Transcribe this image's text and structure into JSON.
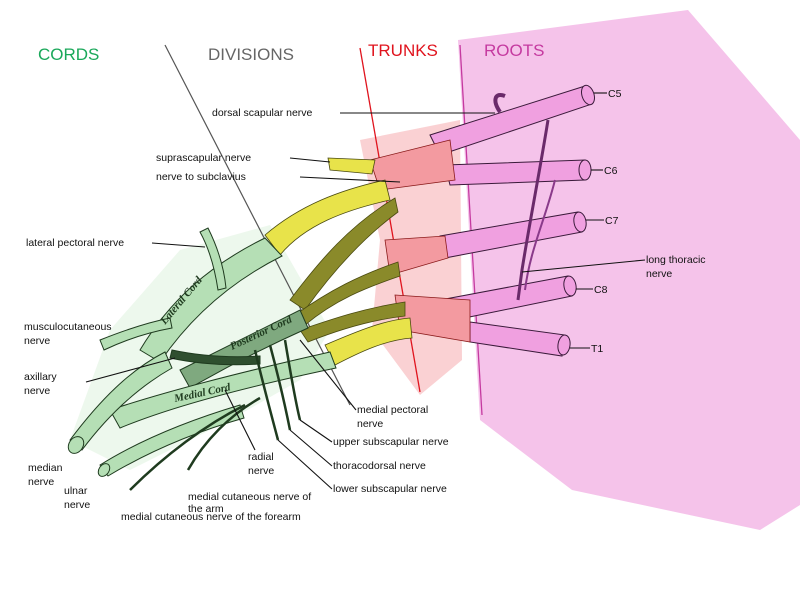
{
  "headings": {
    "cords": "CORDS",
    "divisions": "DIVISIONS",
    "trunks": "TRUNKS",
    "roots": "ROOTS"
  },
  "colors": {
    "cords": "#1aa85a",
    "divisions": "#666666",
    "trunks": "#e0141e",
    "roots": "#c53aa0",
    "roots_region": "#f5c3ea",
    "trunk_region": "#f7b3b5",
    "division_yellow": "#e8e34a",
    "division_olive": "#8a8a2a",
    "cord_green": "#b5dfb5",
    "root_pink": "#f0a0e0"
  },
  "root_labels": [
    "C5",
    "C6",
    "C7",
    "C8",
    "T1"
  ],
  "cord_labels": {
    "lateral": "Lateral Cord",
    "posterior": "Posterior Cord",
    "medial": "Medial Cord"
  },
  "nerves": {
    "dorsal_scapular": "dorsal scapular nerve",
    "suprascapular": "suprascapular nerve",
    "subclavius": "nerve to subclavius",
    "lateral_pectoral": "lateral pectoral nerve",
    "long_thoracic_1": "long thoracic",
    "long_thoracic_2": "nerve",
    "musculocutaneous_1": "musculocutaneous",
    "musculocutaneous_2": "nerve",
    "axillary_1": "axillary",
    "axillary_2": "nerve",
    "medial_pectoral_1": "medial pectoral",
    "medial_pectoral_2": "nerve",
    "upper_subscapular": "upper subscapular nerve",
    "thoracodorsal": "thoracodorsal nerve",
    "lower_subscapular": "lower subscapular nerve",
    "radial_1": "radial",
    "radial_2": "nerve",
    "median_1": "median",
    "median_2": "nerve",
    "ulnar_1": "ulnar",
    "ulnar_2": "nerve",
    "med_cut_arm_1": "medial cutaneous nerve of",
    "med_cut_arm_2": "the arm",
    "med_cut_forearm": "medial cutaneous nerve of the forearm"
  }
}
